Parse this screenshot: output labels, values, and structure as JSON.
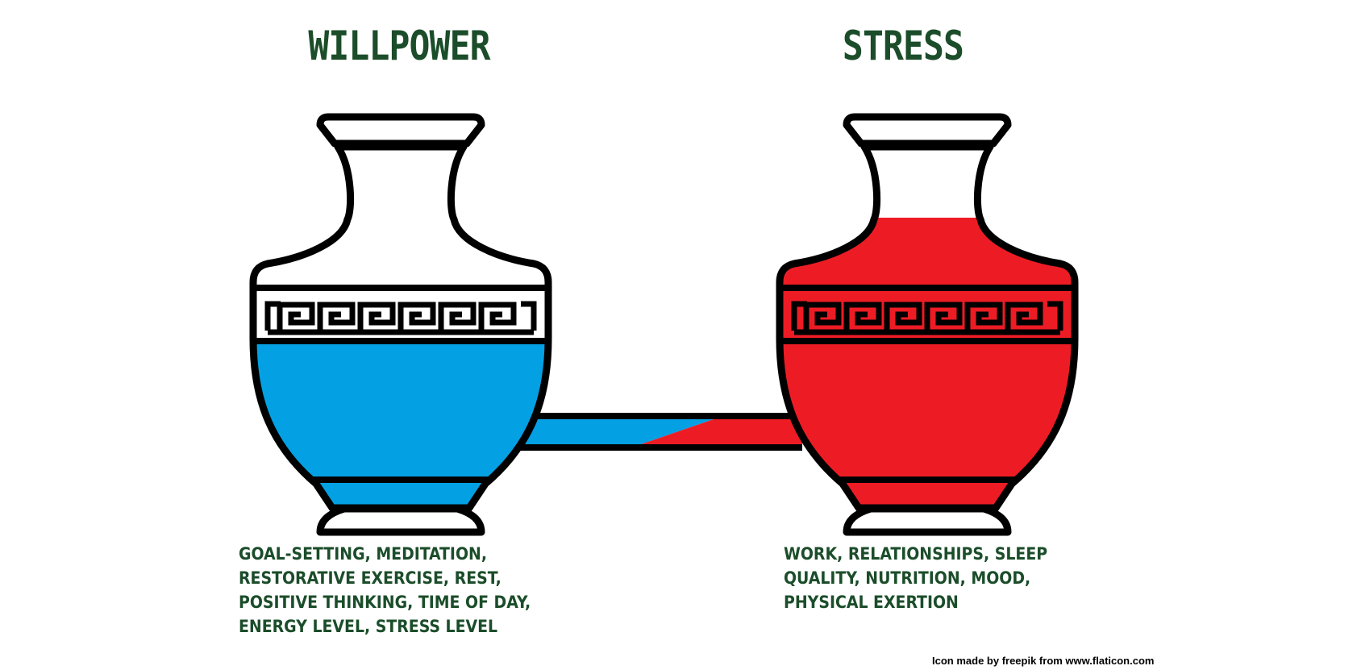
{
  "colors": {
    "title": "#1b4d2a",
    "outline": "#000000",
    "willpower_fill": "#03a0e3",
    "stress_fill": "#ed1c24",
    "background": "#ffffff"
  },
  "willpower": {
    "title": "WILLPOWER",
    "factors": "GOAL-SETTING, MEDITATION, RESTORATIVE EXERCISE, REST, POSITIVE THINKING, TIME OF DAY, ENERGY LEVEL, STRESS LEVEL",
    "icon": "vase-icon"
  },
  "stress": {
    "title": "STRESS",
    "factors": "WORK, RELATIONSHIPS, SLEEP QUALITY, NUTRITION, MOOD, PHYSICAL EXERTION",
    "icon": "vase-icon"
  },
  "connector": {
    "icon": "pipe-icon"
  },
  "credit": "Icon made by freepik from www.flaticon.com"
}
